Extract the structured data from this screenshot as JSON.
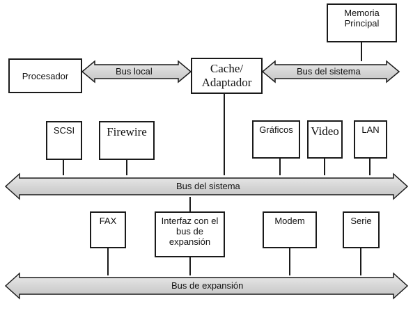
{
  "nodes": {
    "memoria": {
      "lines": [
        "Memoria",
        "Principal"
      ]
    },
    "procesador": {
      "lines": [
        "Procesador"
      ]
    },
    "cache": {
      "lines": [
        "Cache/",
        "Adaptador"
      ]
    },
    "scsi": {
      "lines": [
        "SCSI"
      ]
    },
    "firewire": {
      "lines": [
        "Firewire"
      ]
    },
    "graficos": {
      "lines": [
        "Gráficos"
      ]
    },
    "video": {
      "lines": [
        "Video"
      ]
    },
    "lan": {
      "lines": [
        "LAN"
      ]
    },
    "fax": {
      "lines": [
        "FAX"
      ]
    },
    "interfaz": {
      "lines": [
        "Interfaz con el",
        "bus de",
        "expansión"
      ]
    },
    "modem": {
      "lines": [
        "Modem"
      ]
    },
    "serie": {
      "lines": [
        "Serie"
      ]
    }
  },
  "buses": {
    "local": {
      "label": "Bus local"
    },
    "sistema_superior": {
      "label": "Bus del sistema"
    },
    "sistema": {
      "label": "Bus del sistema"
    },
    "expansion": {
      "label": "Bus de expansión"
    }
  },
  "colors": {
    "bus_fill": "#d9d9d9",
    "stroke": "#1a1a1a",
    "box_fill": "#ffffff"
  }
}
